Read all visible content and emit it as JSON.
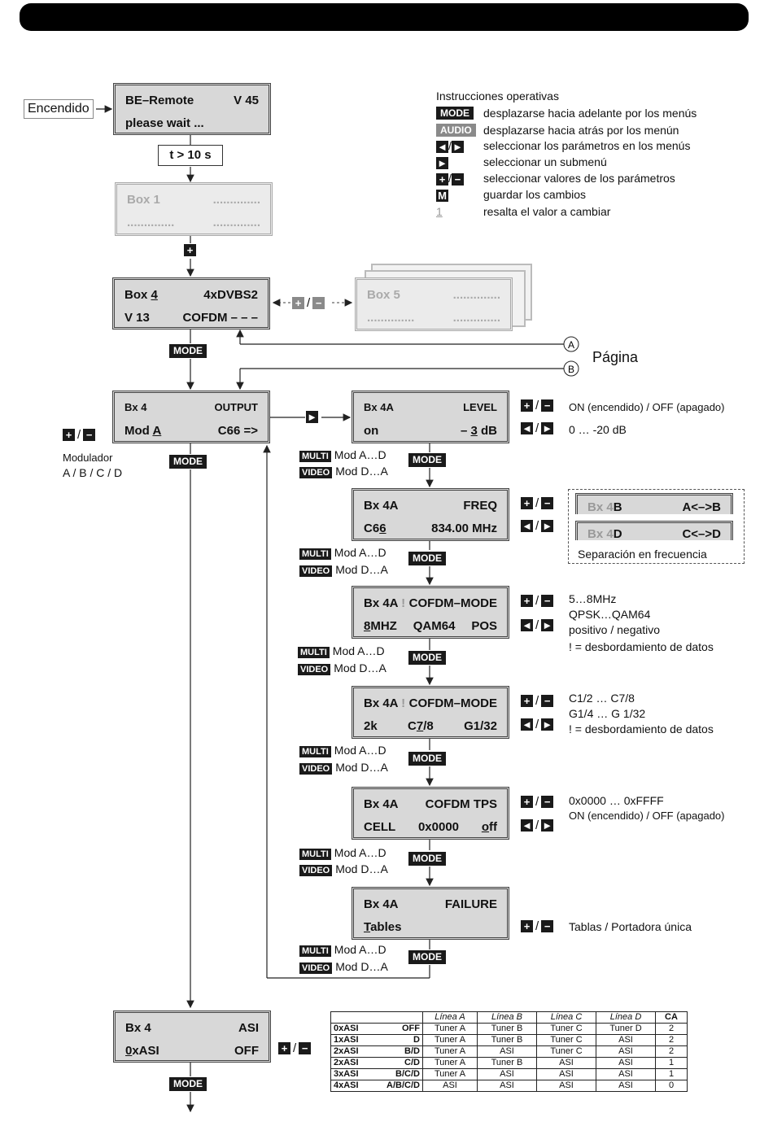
{
  "legend": {
    "title": "Instrucciones operativas",
    "items": [
      {
        "key": "MODE",
        "text": "desplazarse hacia adelante por los menús"
      },
      {
        "key": "AUDIO",
        "text": "desplazarse hacia atrás por los menún"
      },
      {
        "key": "◄/►",
        "text": "seleccionar los parámetros en los menús"
      },
      {
        "key": "►",
        "text": "seleccionar un submenú"
      },
      {
        "key": "+/−",
        "text": "seleccionar valores de los parámetros"
      },
      {
        "key": "M",
        "text": "guardar los cambios"
      },
      {
        "key": "1",
        "text": "resalta el valor a cambiar"
      }
    ]
  },
  "start": {
    "label": "Encendido",
    "timer": "t > 10 s"
  },
  "page_label": "Página",
  "circle_a": "A",
  "circle_b": "B",
  "mode_label": "MODE",
  "plus_minus": "+/−",
  "boxes": {
    "remote": {
      "l1": "BE–Remote",
      "r1": "V 45",
      "l2": "please wait ...",
      "r2": ""
    },
    "box1": {
      "l1": "Box 1",
      "r1": "..............",
      "l2": "..............",
      "r2": ".............."
    },
    "box4": {
      "l1": "Box 4",
      "r1": "4xDVBS2",
      "l2": "V 13",
      "r2": "COFDM – – –"
    },
    "box5": {
      "l1": "Box 5",
      "r1": "..............",
      "l2": "..............",
      "r2": ".............."
    },
    "output": {
      "l1": "Bx 4",
      "r1": "OUTPUT",
      "l2": "Mod A",
      "r2": "C66 =>"
    },
    "level": {
      "l1": "Bx 4A",
      "r1": "LEVEL",
      "l2": "on",
      "r2": "– 3 dB"
    },
    "freq": {
      "l1": "Bx 4A",
      "r1": "FREQ",
      "l2": "C66",
      "r2": "834.00 MHz"
    },
    "cofdm1": {
      "l1": "Bx 4A !",
      "r1": "COFDM–MODE",
      "l2": "8MHZ",
      "m2": "QAM64",
      "r2": "POS"
    },
    "cofdm2": {
      "l1": "Bx 4A !",
      "r1": "COFDM–MODE",
      "l2": "2k",
      "m2": "C7/8",
      "r2": "G1/32"
    },
    "tps": {
      "l1": "Bx 4A",
      "r1": "COFDM TPS",
      "l2": "CELL",
      "m2": "0x0000",
      "r2": "off"
    },
    "failure": {
      "l1": "Bx 4A",
      "r1": "FAILURE",
      "l2": "Tables",
      "r2": ""
    },
    "asi": {
      "l1": "Bx 4",
      "r1": "ASI",
      "l2": "0xASI",
      "r2": "OFF"
    },
    "bx4b": {
      "l1": "Bx 4B",
      "r1": "A<–>B"
    },
    "bx4d": {
      "l1": "Bx 4D",
      "r1": "C<–>D"
    }
  },
  "side": {
    "modulator": "Modulador",
    "modulator_opts": "A / B / C / D",
    "level_onoff": "ON (encendido) / OFF (apagado)",
    "level_range": "0 … -20 dB",
    "freq_sep": "Separación en frecuencia",
    "cofdm1_a": "5…8MHz",
    "cofdm1_b": "QPSK…QAM64",
    "cofdm1_c": "positivo / negativo",
    "cofdm1_d": "! = desbordamiento de datos",
    "cofdm2_a": "C1/2 … C7/8",
    "cofdm2_b": "G1/4 … G 1/32",
    "cofdm2_c": "! = desbordamiento de datos",
    "tps_a": "0x0000 … 0xFFFF",
    "tps_b": "ON (encendido) / OFF (apagado)",
    "failure_a": "Tablas / Portadora única"
  },
  "multi": {
    "tag": "MULTI",
    "text": "Mod A…D"
  },
  "video": {
    "tag": "VIDEO",
    "text": "Mod D…A"
  },
  "asi_table": {
    "header": [
      "",
      "",
      "Línea A",
      "Línea B",
      "Línea C",
      "Línea D",
      "CA"
    ],
    "rows": [
      [
        "0xASI",
        "OFF",
        "Tuner A",
        "Tuner B",
        "Tuner C",
        "Tuner D",
        "2"
      ],
      [
        "1xASI",
        "D",
        "Tuner A",
        "Tuner B",
        "Tuner C",
        "ASI",
        "2"
      ],
      [
        "2xASI",
        "B/D",
        "Tuner A",
        "ASI",
        "Tuner C",
        "ASI",
        "2"
      ],
      [
        "2xASI",
        "C/D",
        "Tuner A",
        "Tuner B",
        "ASI",
        "ASI",
        "1"
      ],
      [
        "3xASI",
        "B/C/D",
        "Tuner A",
        "ASI",
        "ASI",
        "ASI",
        "1"
      ],
      [
        "4xASI",
        "A/B/C/D",
        "ASI",
        "ASI",
        "ASI",
        "ASI",
        "0"
      ]
    ]
  }
}
